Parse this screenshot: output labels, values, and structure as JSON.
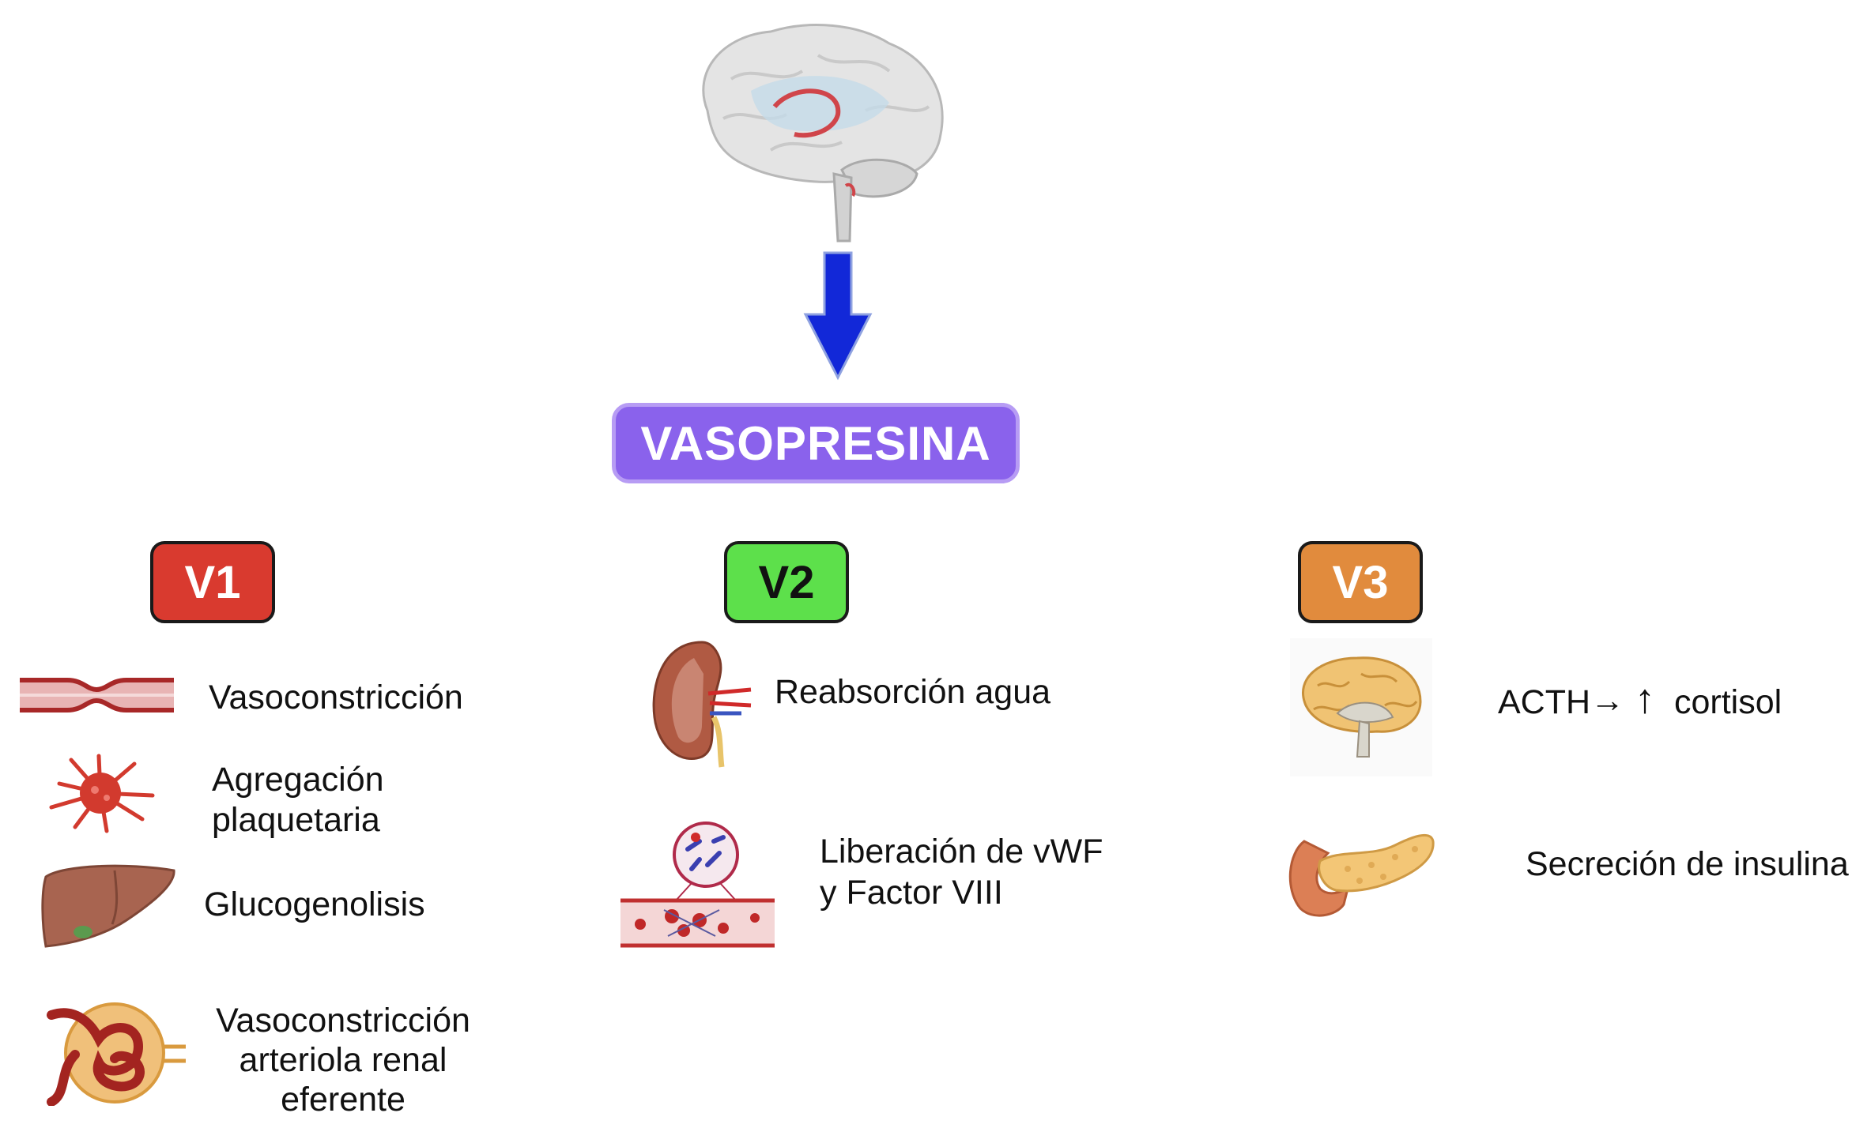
{
  "title": "VASOPRESINA",
  "colors": {
    "title_bg": "#8a62ec",
    "v1": "#d93a2f",
    "v2": "#5de04b",
    "v3": "#e18b3d",
    "arrow": "#1228d8"
  },
  "receptors": [
    {
      "label": "V1",
      "color": "#d93a2f",
      "effects": [
        {
          "icon": "blood-vessel-icon",
          "lines": [
            "Vasoconstricción"
          ]
        },
        {
          "icon": "platelet-icon",
          "lines": [
            "Agregación",
            "plaquetaria"
          ]
        },
        {
          "icon": "liver-icon",
          "lines": [
            "Glucogenolisis"
          ]
        },
        {
          "icon": "glomerulus-icon",
          "lines": [
            "Vasoconstricción",
            "arteriola renal",
            "eferente"
          ]
        }
      ]
    },
    {
      "label": "V2",
      "color": "#5de04b",
      "effects": [
        {
          "icon": "kidney-icon",
          "lines": [
            "Reabsorción agua"
          ]
        },
        {
          "icon": "coagulation-vessel-icon",
          "lines": [
            "Liberación de vWF",
            "y Factor VIII"
          ]
        }
      ]
    },
    {
      "label": "V3",
      "color": "#e18b3d",
      "effects": [
        {
          "icon": "pituitary-brain-icon",
          "lines": [
            "ACTH",
            "→",
            "↑",
            "cortisol"
          ]
        },
        {
          "icon": "pancreas-icon",
          "lines": [
            "Secreción de insulina"
          ]
        }
      ]
    }
  ]
}
